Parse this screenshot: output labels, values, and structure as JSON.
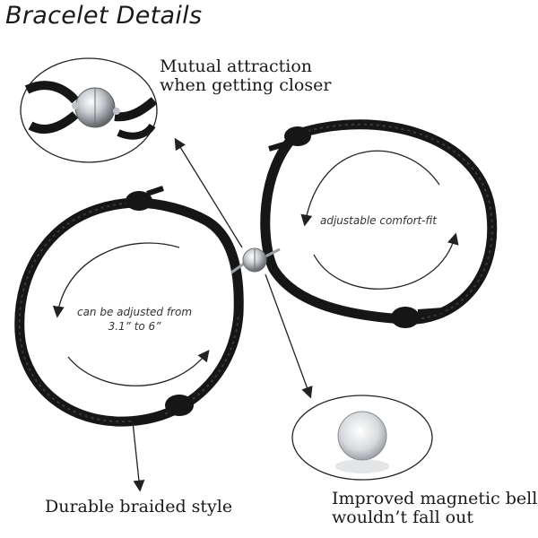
{
  "title": "Bracelet Details",
  "callouts": {
    "mutual": [
      "Mutual attraction",
      "when getting closer"
    ],
    "durable": "Durable braided style",
    "improved": [
      "Improved magnetic bells,",
      "wouldn’t fall out"
    ]
  },
  "hints": {
    "right": "adjustable comfort-fit",
    "left": [
      "can be adjusted from",
      "3.1” to 6”"
    ]
  },
  "colors": {
    "cord": "#161616",
    "metal": "#c9cdd1",
    "text": "#1a1a1a"
  }
}
